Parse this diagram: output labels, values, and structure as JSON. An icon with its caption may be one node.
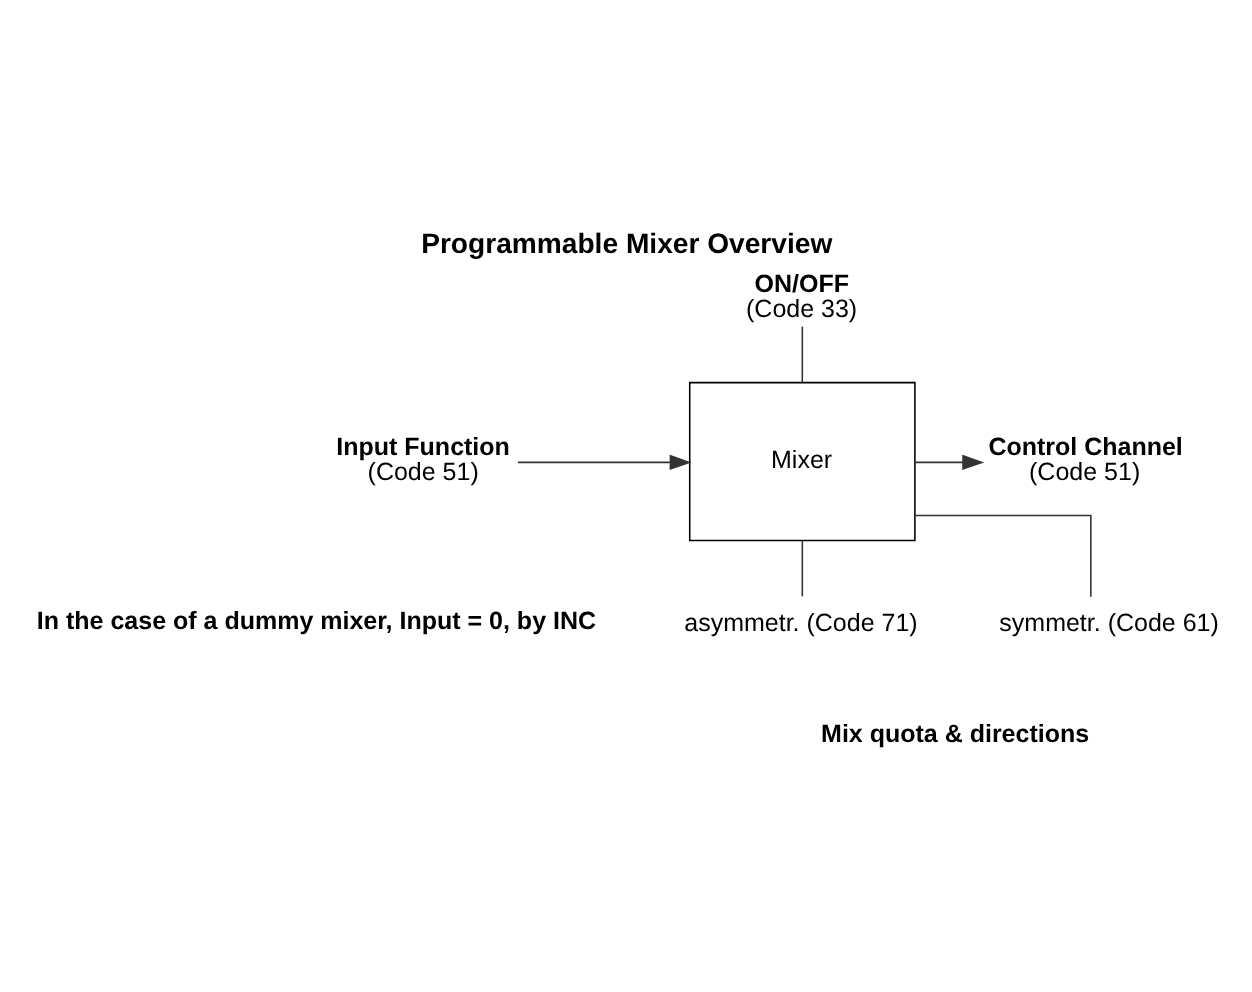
{
  "diagram": {
    "title": "Programmable Mixer Overview",
    "nodes": [
      {
        "text": [
          "Mixer"
        ]
      },
      {
        "text": [
          "Input Function",
          "(Code 51)"
        ]
      },
      {
        "text": [
          "Control Channel",
          "(Code 51)"
        ]
      },
      {
        "text": [
          "ON/OFF",
          "(Code 33)"
        ]
      },
      {
        "text": [
          "symmetr. (Code 61)"
        ]
      },
      {
        "text": [
          "asymmetr. (Code 71)"
        ]
      }
    ],
    "edges": [
      {
        "from": 1,
        "to": 0,
        "arrow": "to"
      },
      {
        "from": 0,
        "to": 2,
        "arrow": "to"
      },
      {
        "from": 3,
        "to": 0,
        "arrow": "none"
      },
      {
        "from": 0,
        "to": 4,
        "arrow": "none"
      },
      {
        "from": 0,
        "to": 5,
        "arrow": "none"
      }
    ],
    "labels": [
      "In the case of a dummy mixer, Input = 0, by INC",
      "Mix quota & directions"
    ]
  }
}
